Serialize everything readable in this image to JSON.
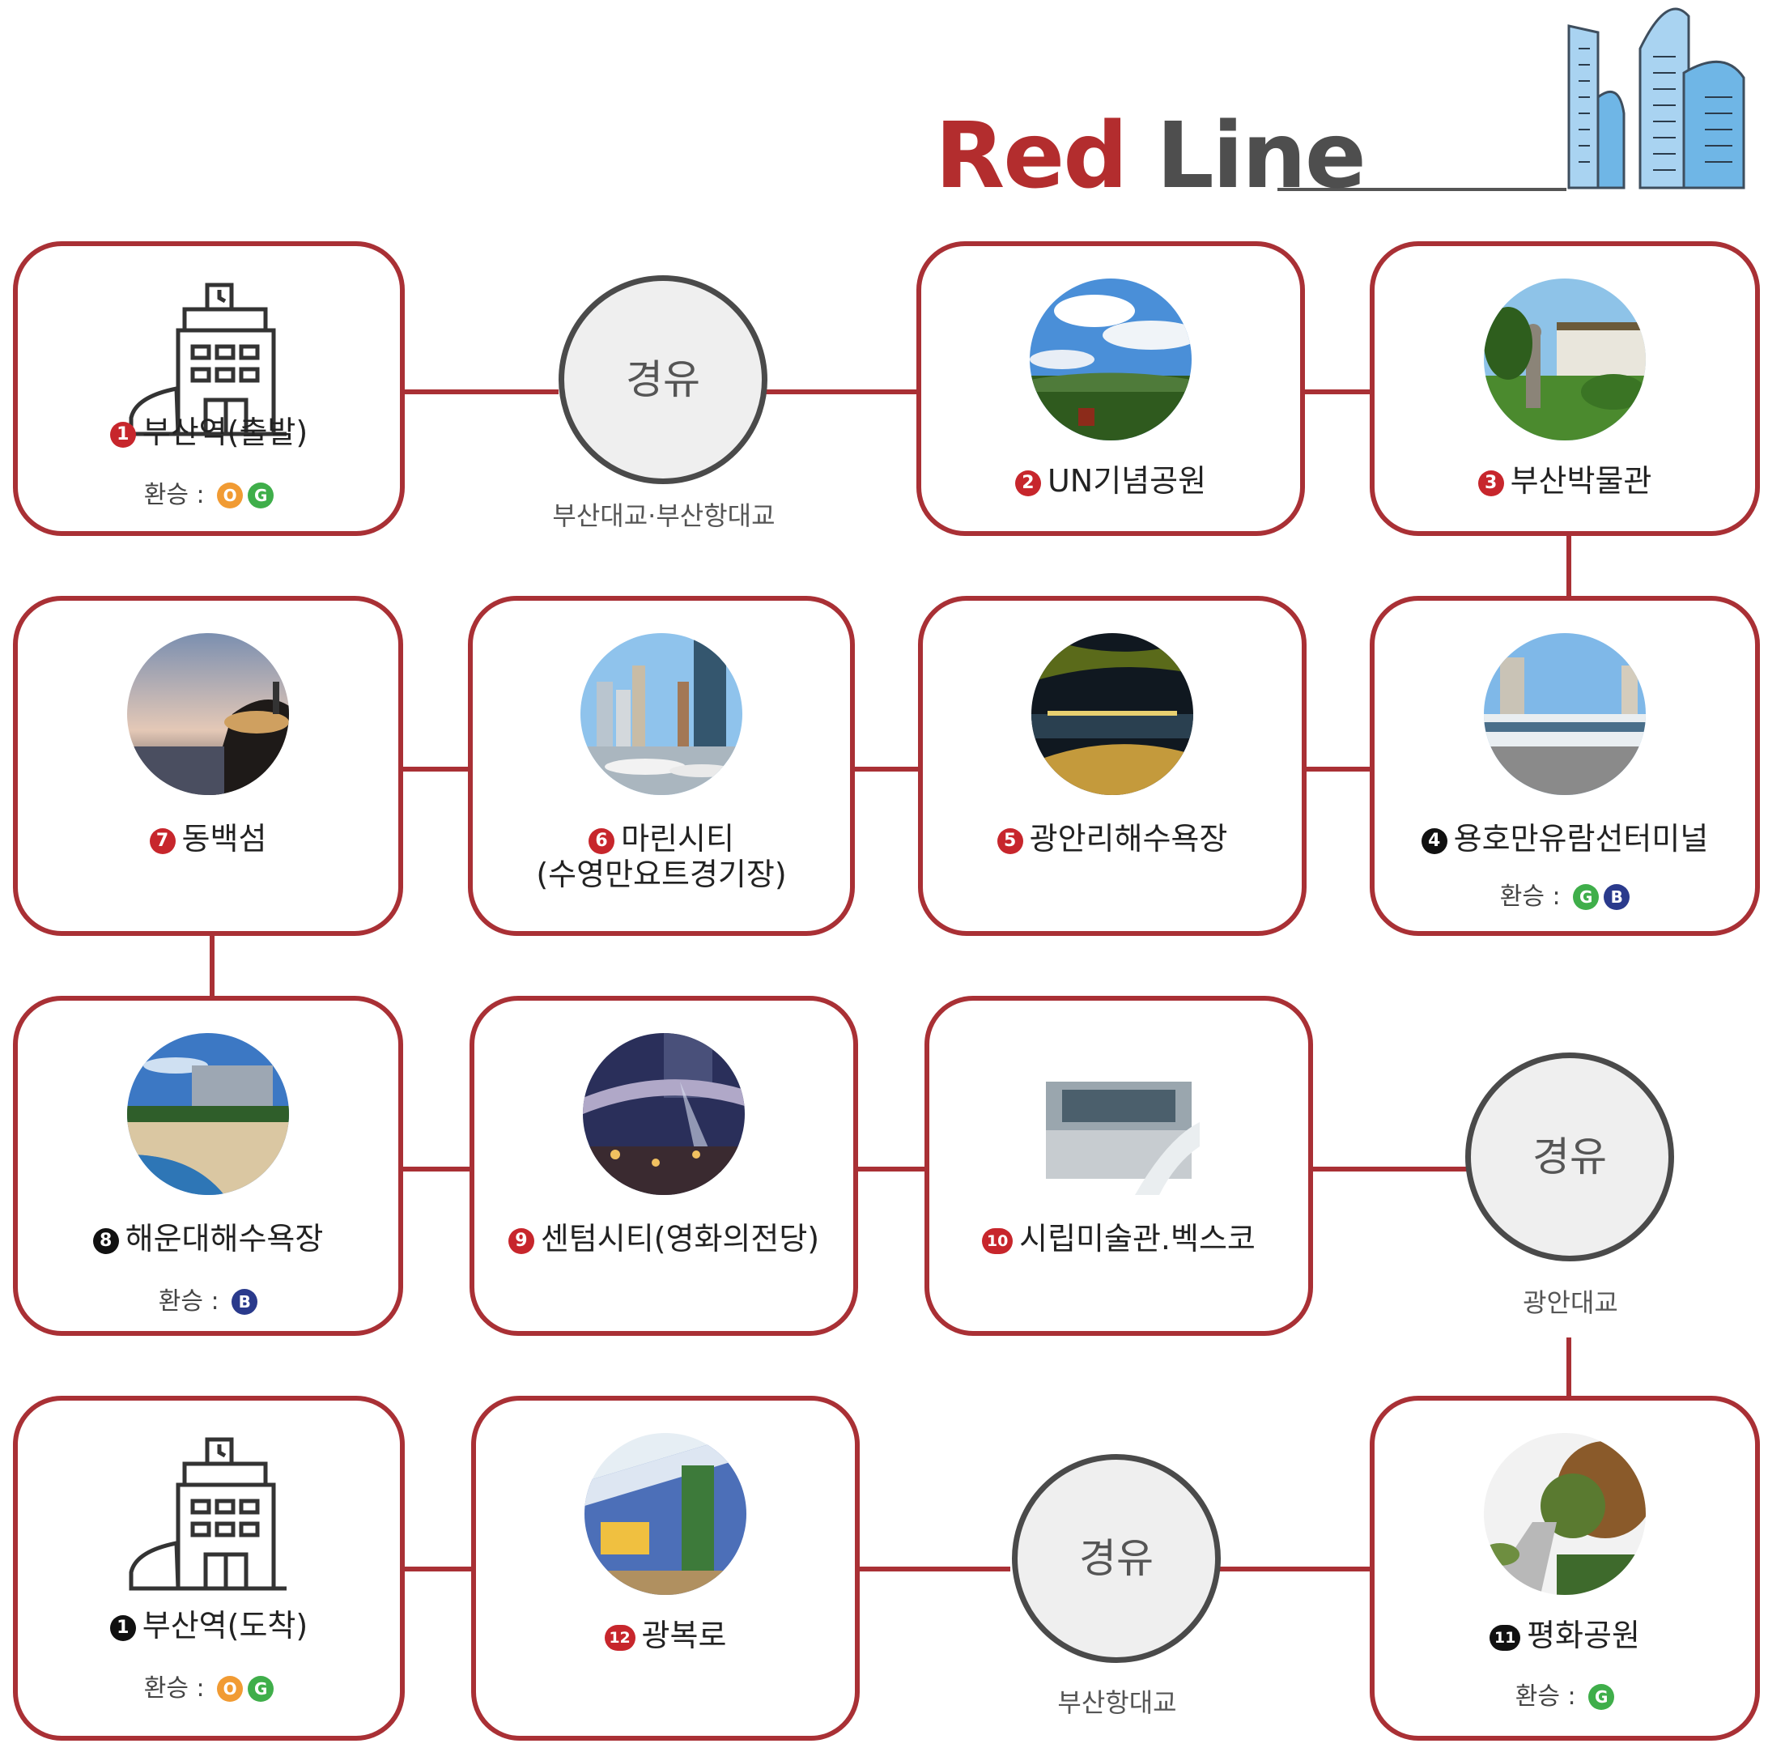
{
  "title": {
    "red": "Red",
    "line": "Line"
  },
  "colors": {
    "line": "#a93035",
    "badge_red": "#c7262c",
    "badge_black": "#111111",
    "line_O": "#f19b33",
    "line_G": "#3fae4a",
    "line_B": "#2a3a8c"
  },
  "transfer_label": "환승 :",
  "via_label": "경유",
  "stops": [
    {
      "id": "s1a",
      "num": "1",
      "name": "부산역(출발)",
      "transfer": [
        "O",
        "G"
      ],
      "badge": "red"
    },
    {
      "id": "s2",
      "num": "2",
      "name": "UN기념공원",
      "badge": "red"
    },
    {
      "id": "s3",
      "num": "3",
      "name": "부산박물관",
      "badge": "red"
    },
    {
      "id": "s4",
      "num": "4",
      "name": "용호만유람선터미널",
      "transfer": [
        "G",
        "B"
      ],
      "badge": "black"
    },
    {
      "id": "s5",
      "num": "5",
      "name": "광안리해수욕장",
      "badge": "red"
    },
    {
      "id": "s6",
      "num": "6",
      "name": "마린시티",
      "name2": "(수영만요트경기장)",
      "badge": "red"
    },
    {
      "id": "s7",
      "num": "7",
      "name": "동백섬",
      "badge": "red"
    },
    {
      "id": "s8",
      "num": "8",
      "name": "해운대해수욕장",
      "transfer": [
        "B"
      ],
      "badge": "black"
    },
    {
      "id": "s9",
      "num": "9",
      "name": "센텀시티(영화의전당)",
      "badge": "red"
    },
    {
      "id": "s10",
      "num": "10",
      "name": "시립미술관.벡스코",
      "badge": "red"
    },
    {
      "id": "s11",
      "num": "11",
      "name": "평화공원",
      "transfer": [
        "G"
      ],
      "badge": "black"
    },
    {
      "id": "s12",
      "num": "12",
      "name": "광복로",
      "badge": "red"
    },
    {
      "id": "s1b",
      "num": "1",
      "name": "부산역(도착)",
      "transfer": [
        "O",
        "G"
      ],
      "badge": "black"
    }
  ],
  "via_points": [
    {
      "id": "v1",
      "sub": "부산대교·부산항대교"
    },
    {
      "id": "v2",
      "sub": "광안대교"
    },
    {
      "id": "v3",
      "sub": "부산항대교"
    }
  ],
  "icons": {
    "station": "train-station-icon",
    "un_park": "un-memorial-park-photo",
    "museum": "busan-museum-photo",
    "terminal": "cruise-terminal-photo",
    "beach_night": "gwangalli-beach-photo",
    "marina": "marine-city-photo",
    "dongbaek": "dongbaek-island-photo",
    "haeundae": "haeundae-beach-photo",
    "centum": "centum-city-photo",
    "museum_art": "art-museum-bexco-photo",
    "peace_park": "peace-park-photo",
    "gwangbok": "gwangbok-street-photo",
    "skyline": "skyline-icon"
  }
}
